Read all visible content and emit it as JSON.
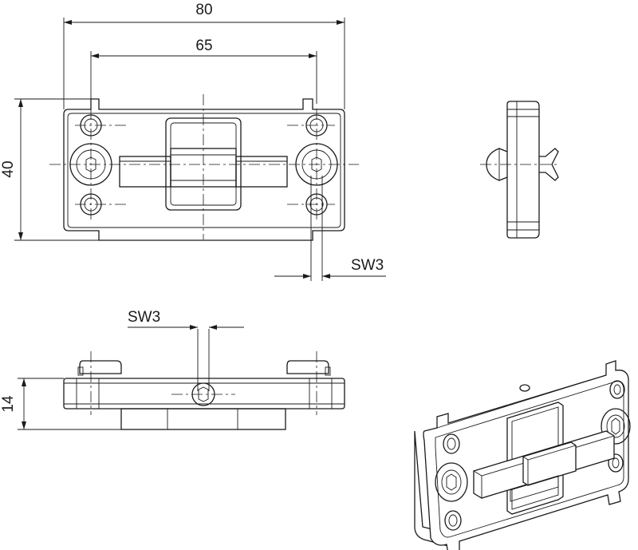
{
  "dimensions": {
    "overall_width": "80",
    "hole_spacing": "65",
    "height": "40",
    "thickness": "14",
    "wrench_size_top": "SW3",
    "wrench_size_side": "SW3"
  },
  "colors": {
    "line": "#1a1a1a",
    "background": "#ffffff"
  }
}
